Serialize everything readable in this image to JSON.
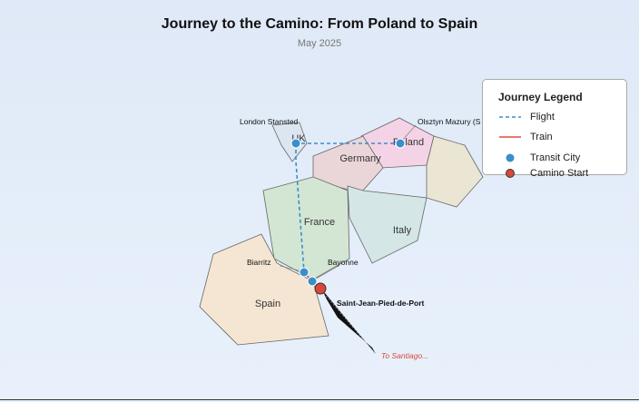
{
  "header": {
    "title": "Journey to the Camino: From Poland to Spain",
    "subtitle": "May 2025"
  },
  "countries": [
    {
      "name": "UK",
      "fill": "#dce6f0"
    },
    {
      "name": "Poland",
      "fill": "#f5d3e6"
    },
    {
      "name": "Germany",
      "fill": "#ead6d9"
    },
    {
      "name": "France",
      "fill": "#d3e6d3"
    },
    {
      "name": "Italy",
      "fill": "#d4e6e6"
    },
    {
      "name": "Spain",
      "fill": "#f5e6d3"
    },
    {
      "name": "",
      "fill": "#ebe6d4"
    }
  ],
  "cities": [
    {
      "name": "London Stansted",
      "type": "transit"
    },
    {
      "name": "Olsztyn Mazury (S",
      "type": "transit"
    },
    {
      "name": "Biarritz",
      "type": "transit"
    },
    {
      "name": "Bayonne",
      "type": "transit"
    },
    {
      "name": "Saint-Jean-Pied-de-Port",
      "type": "camino_start"
    }
  ],
  "route_note": "To Santiago...",
  "legend": {
    "title": "Journey Legend",
    "items": [
      {
        "label": "Flight",
        "color": "#3a8ecb"
      },
      {
        "label": "Train",
        "color": "#e24a3b"
      },
      {
        "label": "Transit City",
        "color": "#3a8ecb"
      },
      {
        "label": "Camino Start",
        "color": "#d9473a"
      }
    ]
  }
}
